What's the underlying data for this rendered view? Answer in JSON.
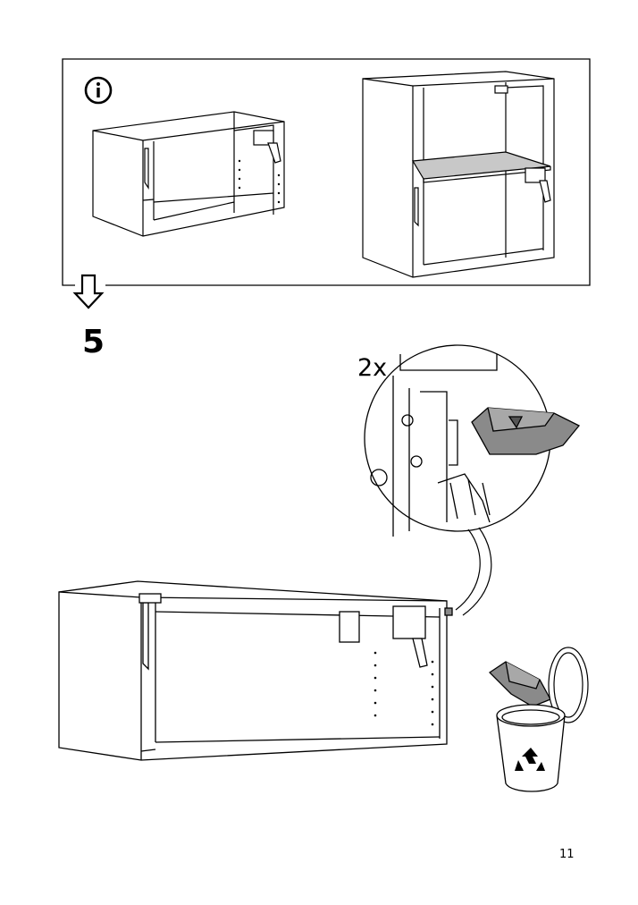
{
  "step": {
    "number": "5",
    "quantity_label": "2x"
  },
  "page": {
    "number": "11"
  },
  "icons": {
    "info": "info-icon",
    "next_step": "arrow-down-icon",
    "recycle": "recycle-icon"
  },
  "colors": {
    "line": "#000000",
    "shelf": "#c8c8c8",
    "tab": "#8a8a8a",
    "background": "#ffffff"
  }
}
